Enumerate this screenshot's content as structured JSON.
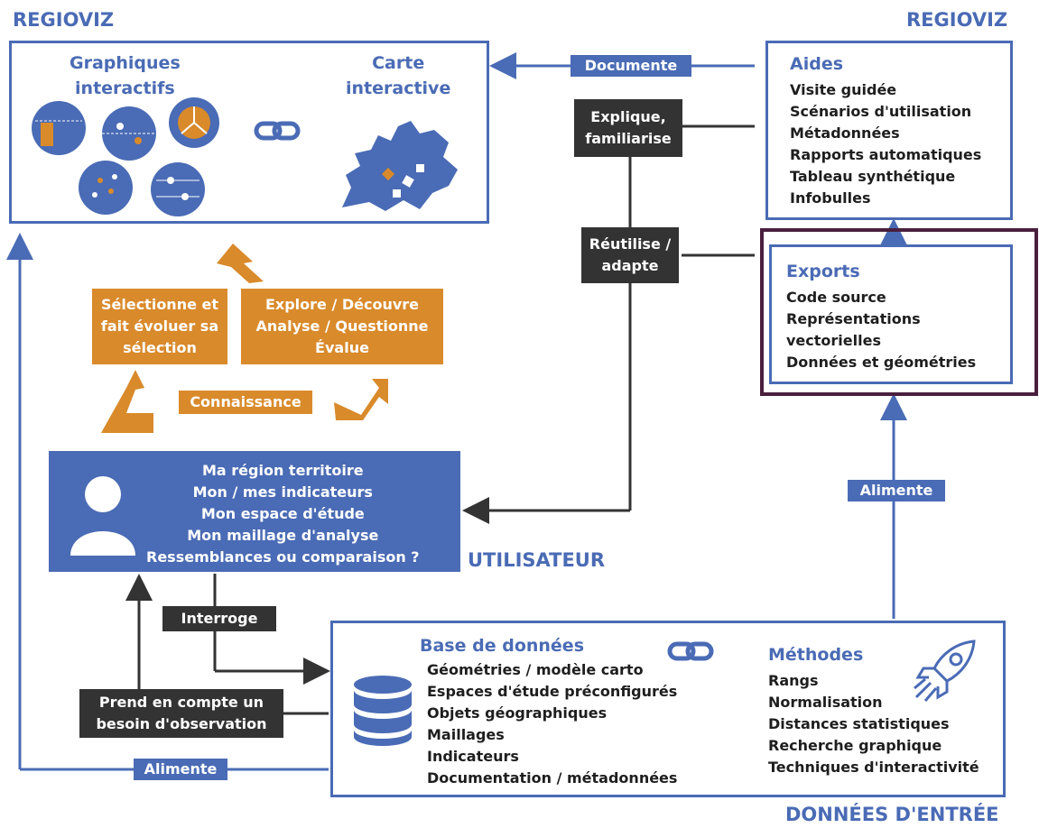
{
  "titles": {
    "regioviz_left": "REGIOVIZ",
    "regioviz_right": "REGIOVIZ",
    "utilisateur": "UTILISATEUR",
    "donnees_entree": "DONNÉES D'ENTRÉE"
  },
  "top_box": {
    "graphiques": [
      "Graphiques",
      "interactifs"
    ],
    "carte": [
      "Carte",
      "interactive"
    ]
  },
  "aides": {
    "title": "Aides",
    "items": [
      "Visite guidée",
      "Scénarios d'utilisation",
      "Métadonnées",
      "Rapports automatiques",
      "Tableau synthétique",
      "Infobulles"
    ]
  },
  "exports": {
    "title": "Exports",
    "items": [
      "Code source",
      "Représentations",
      "vectorielles",
      "Données et géométries"
    ]
  },
  "labels": {
    "documente": "Documente",
    "explique": [
      "Explique,",
      "familiarise"
    ],
    "reutilise": [
      "Réutilise /",
      "adapte"
    ],
    "alimente_right": "Alimente",
    "alimente_bottom": "Alimente",
    "interroge": "Interroge",
    "prend": [
      "Prend en compte un",
      "besoin d'observation"
    ]
  },
  "cycle": {
    "selectionne": [
      "Sélectionne et",
      "fait évoluer sa",
      "sélection"
    ],
    "explore": [
      "Explore / Découvre",
      "Analyse / Questionne",
      "Évalue"
    ],
    "connaissance": "Connaissance"
  },
  "user": {
    "lines": [
      "Ma région territoire",
      "Mon / mes indicateurs",
      "Mon espace d'étude",
      "Mon maillage d'analyse",
      "Ressemblances ou comparaison ?"
    ]
  },
  "database": {
    "title": "Base de données",
    "items": [
      "Géométries / modèle carto",
      "Espaces d'étude préconfigurés",
      "Objets géographiques",
      "Maillages",
      "Indicateurs",
      "Documentation / métadonnées"
    ]
  },
  "methodes": {
    "title": "Méthodes",
    "items": [
      "Rangs",
      "Normalisation",
      "Distances statistiques",
      "Recherche graphique",
      "Techniques d'interactivité"
    ]
  },
  "icons": [
    "link-icon",
    "user-icon",
    "database-icon",
    "rocket-icon",
    "europe-map-icon",
    "chart-icon"
  ],
  "colors": {
    "blue": "#4a6bb5",
    "orange": "#d98a2b",
    "dark": "#333333",
    "highlight": "#4a1f3d"
  }
}
